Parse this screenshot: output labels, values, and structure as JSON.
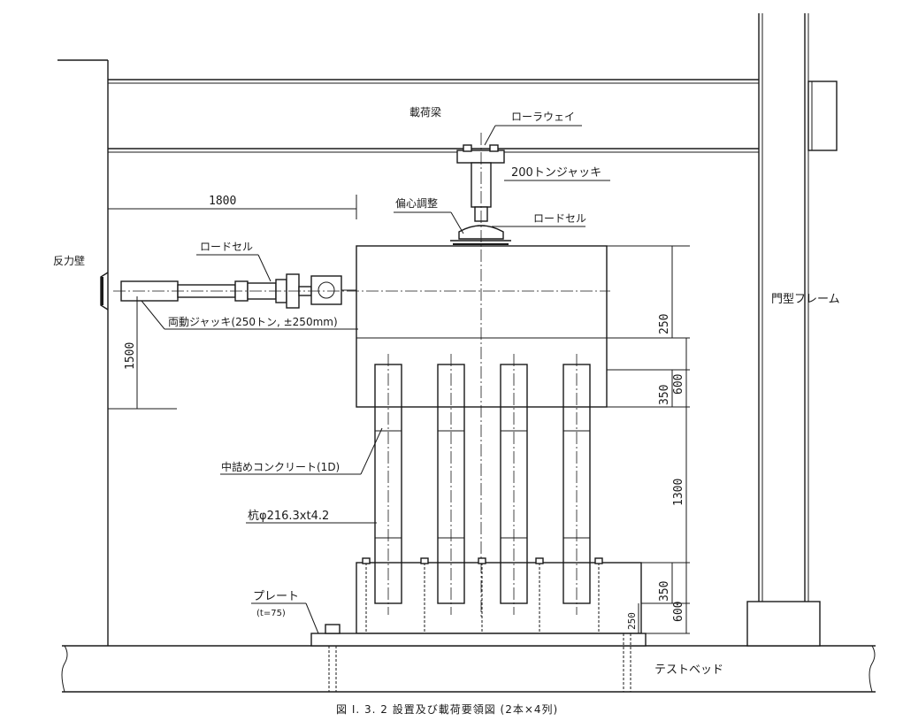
{
  "labels": {
    "loading_beam": "載荷梁",
    "roller_way": "ローラウェイ",
    "jack_200": "200トンジャッキ",
    "eccentric_adjust": "偏心調整",
    "load_cell_top": "ロードセル",
    "load_cell_left": "ロードセル",
    "reaction_wall": "反力壁",
    "double_acting_jack": "両動ジャッキ(250トン, ±250mm)",
    "portal_frame": "門型フレーム",
    "infill_concrete": "中詰めコンクリート(1D)",
    "pile_spec": "杭φ216.3xt4.2",
    "plate": "プレート",
    "plate_thickness": "(t=75)",
    "test_bed": "テストベッド"
  },
  "dimensions": {
    "horizontal_1800": "1800",
    "vertical_1500": "1500",
    "cap_250": "250",
    "cap_350": "350",
    "cap_600": "600",
    "pile_1300": "1300",
    "base_350": "350",
    "base_600": "600",
    "base_250": "250"
  },
  "caption": "図 I. 3. 2 設置及び載荷要領図 (2本×4列)"
}
